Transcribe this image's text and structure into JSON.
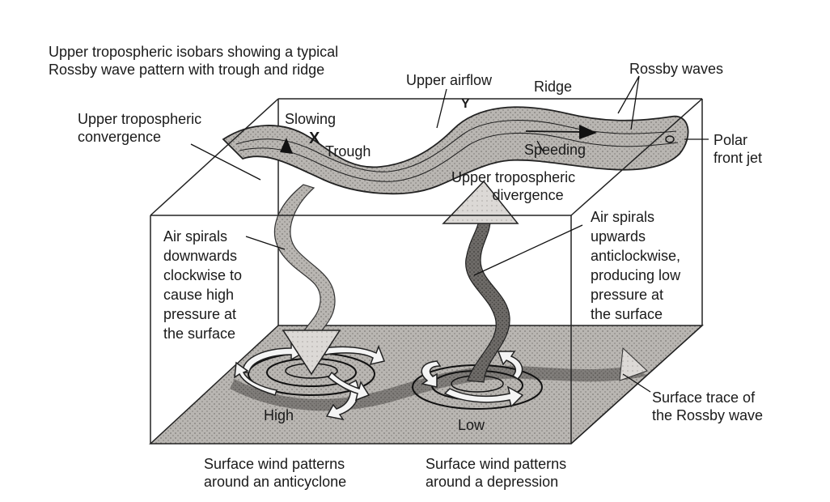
{
  "header": {
    "line1": "Upper tropospheric isobars showing a typical",
    "line2": "Rossby wave pattern with trough and ridge"
  },
  "labels": {
    "upper_airflow": "Upper airflow",
    "ridge": "Ridge",
    "rossby_waves": "Rossby waves",
    "slowing": "Slowing",
    "trough": "Trough",
    "speeding": "Speeding",
    "marker_x": "X",
    "marker_y": "Y",
    "polar_front_jet": [
      "Polar",
      "front jet"
    ],
    "convergence": [
      "Upper tropospheric",
      "convergence"
    ],
    "divergence": [
      "Upper tropospheric",
      "divergence"
    ],
    "spiral_down": [
      "Air spirals",
      "downwards",
      "clockwise to",
      "cause high",
      "pressure at",
      "the surface"
    ],
    "spiral_up": [
      "Air spirals",
      "upwards",
      "anticlockwise,",
      "producing low",
      "pressure at",
      "the surface"
    ],
    "high": "High",
    "low": "Low",
    "surface_trace": [
      "Surface trace of",
      "the Rossby wave"
    ],
    "anticyclone_caption": [
      "Surface wind patterns",
      "around an anticyclone"
    ],
    "depression_caption": [
      "Surface wind patterns",
      "around a depression"
    ]
  }
}
